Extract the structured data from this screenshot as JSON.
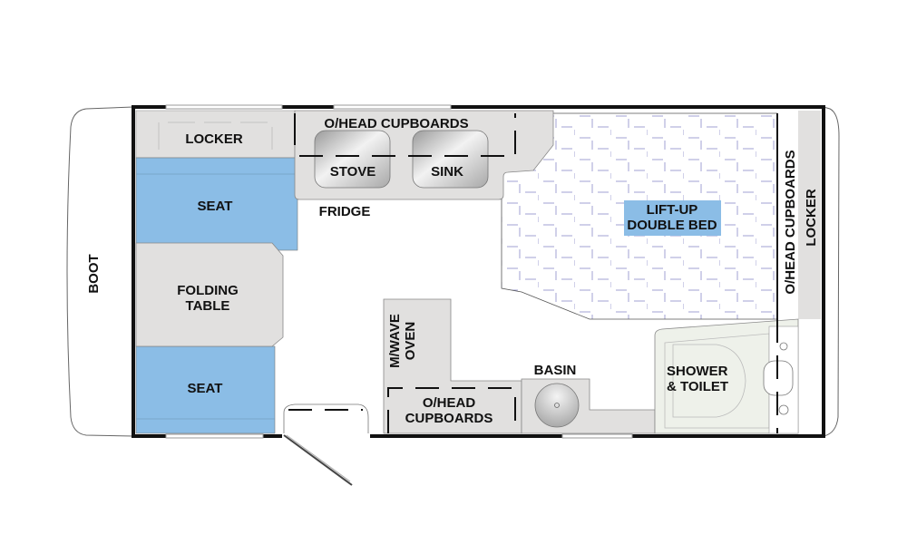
{
  "colors": {
    "seat": "#8bbde6",
    "cabinet": "#e1e0df",
    "bathroom": "#eef1ea",
    "wall": "#111111",
    "bed_grid": "#8a8ac8"
  },
  "labels": {
    "boot": "BOOT",
    "locker_rear": "LOCKER",
    "seat_top": "SEAT",
    "folding_table_1": "FOLDING",
    "folding_table_2": "TABLE",
    "seat_bottom": "SEAT",
    "overhead_top": "O/HEAD CUPBOARDS",
    "stove": "STOVE",
    "sink": "SINK",
    "fridge": "FRIDGE",
    "bed_1": "LIFT-UP",
    "bed_2": "DOUBLE BED",
    "overhead_right": "O/HEAD CUPBOARDS",
    "locker_front": "LOCKER",
    "microwave_1": "M/WAVE",
    "microwave_2": "OVEN",
    "overhead_bottom_1": "O/HEAD",
    "overhead_bottom_2": "CUPBOARDS",
    "basin": "BASIN",
    "shower_1": "SHOWER",
    "shower_2": "& TOILET"
  }
}
